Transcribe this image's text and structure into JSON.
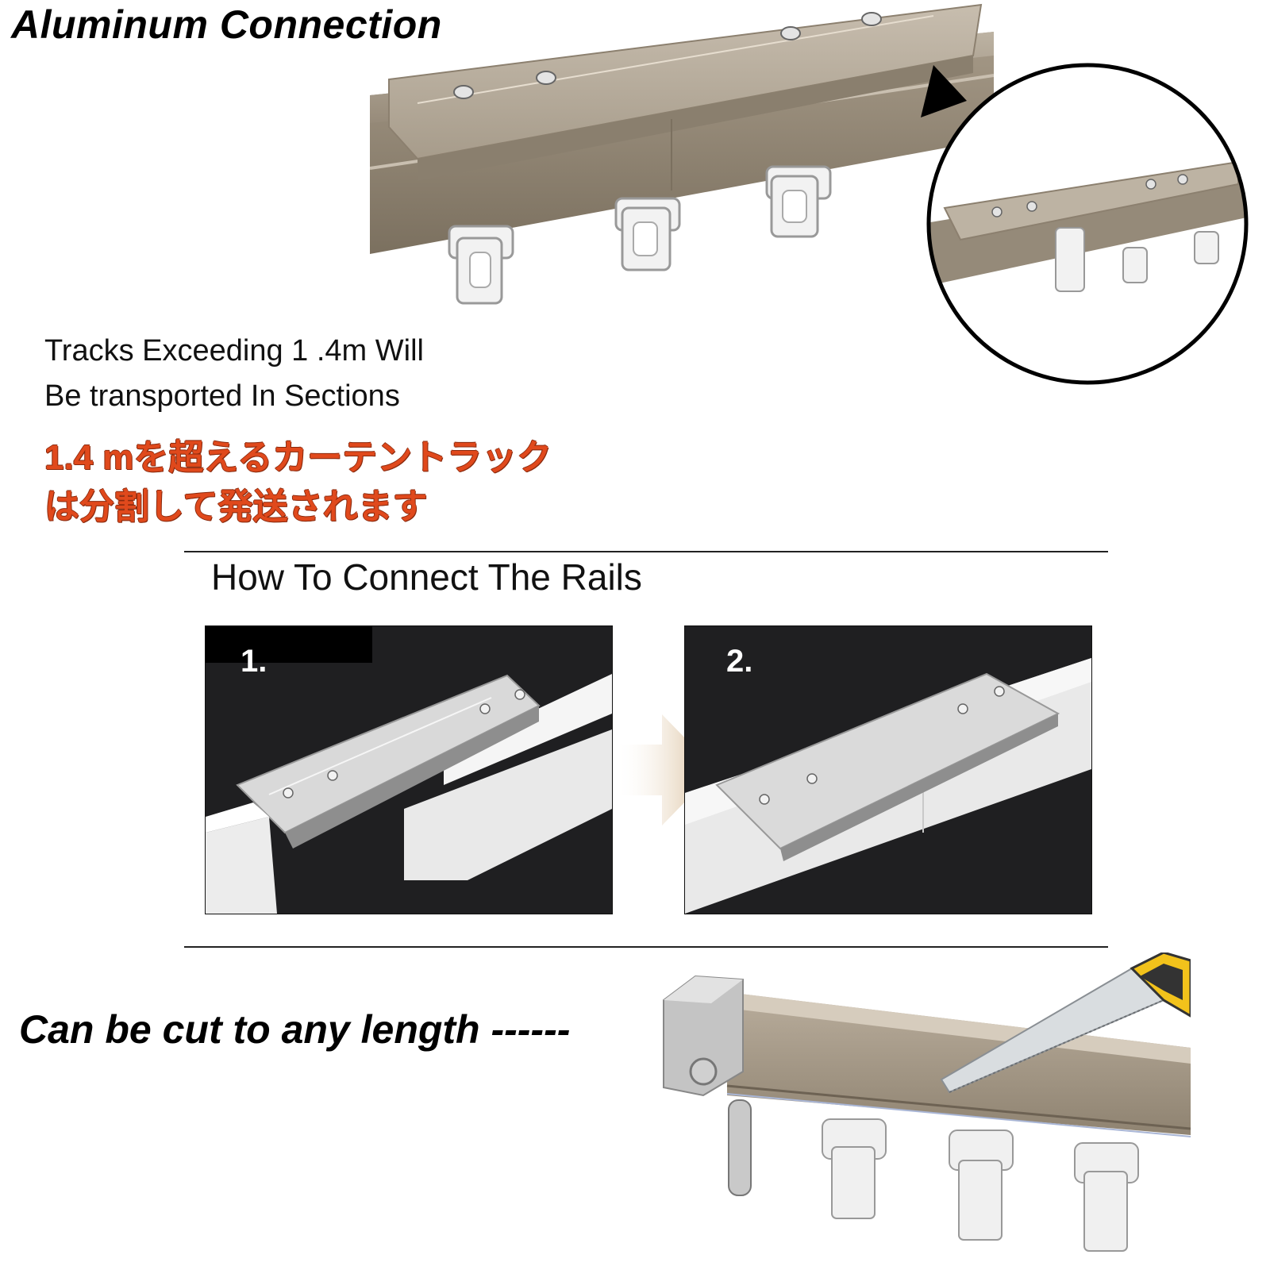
{
  "header": {
    "title": "Aluminum Connection"
  },
  "shipping_note": {
    "english_line1": "Tracks Exceeding 1 .4m Will",
    "english_line2": "Be transported In Sections",
    "japanese_line1": "1.4 mを超えるカーテントラック",
    "japanese_line2": "は分割して発送されます"
  },
  "how_to": {
    "title": "How To Connect The Rails",
    "steps": [
      {
        "label": "1."
      },
      {
        "label": "2."
      }
    ]
  },
  "cut_section": {
    "caption": "Can be cut to any length ------"
  },
  "colors": {
    "accent_jp_text": "#e0491c",
    "rail_bronze": "#9c9181",
    "panel_dark": "#1f1f21"
  }
}
